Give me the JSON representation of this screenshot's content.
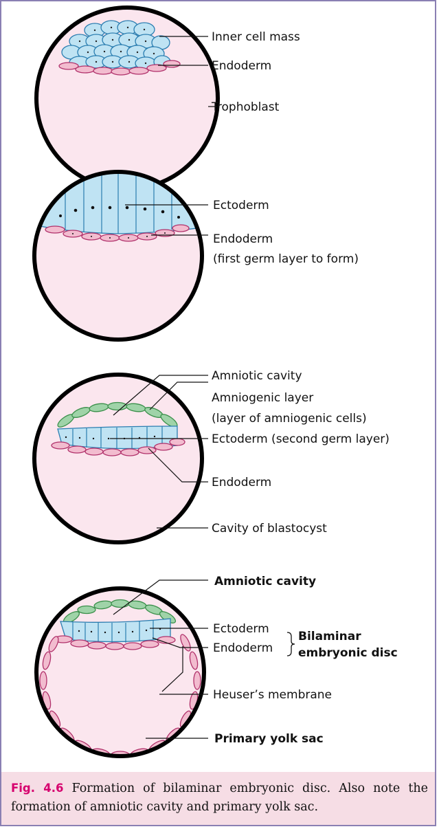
{
  "panel1": {
    "inner_cell_mass": "Inner cell mass",
    "endoderm": "Endoderm",
    "trophoblast": "Trophoblast"
  },
  "panel2": {
    "ectoderm": "Ectoderm",
    "endoderm": "Endoderm",
    "endoderm_note": "(first germ layer to form)"
  },
  "panel3": {
    "amniotic_cavity": "Amniotic cavity",
    "amniogenic_layer": "Amniogenic layer",
    "amniogenic_note": "(layer of amniogenic cells)",
    "ectoderm": "Ectoderm (second germ layer)",
    "endoderm": "Endoderm",
    "cavity": "Cavity of blastocyst"
  },
  "panel4": {
    "amniotic_cavity": "Amniotic cavity",
    "ectoderm": "Ectoderm",
    "endoderm": "Endoderm",
    "bilaminar_1": "Bilaminar",
    "bilaminar_2": "embryonic disc",
    "heuser": "Heuser’s membrane",
    "yolk_sac": "Primary yolk sac"
  },
  "caption": {
    "fig_number": "Fig. 4.6",
    "text": " Formation of bilaminar embryonic disc. Also note the formation of amniotic cavity and primary yolk sac."
  },
  "colors": {
    "pink_fill": "#fbe6ee",
    "blue_cells": "#bfe3f3",
    "pink_cells": "#f2bccf",
    "green_cells": "#9fd3a8",
    "caption_bg": "#f6dde5",
    "accent": "#d6006e"
  }
}
